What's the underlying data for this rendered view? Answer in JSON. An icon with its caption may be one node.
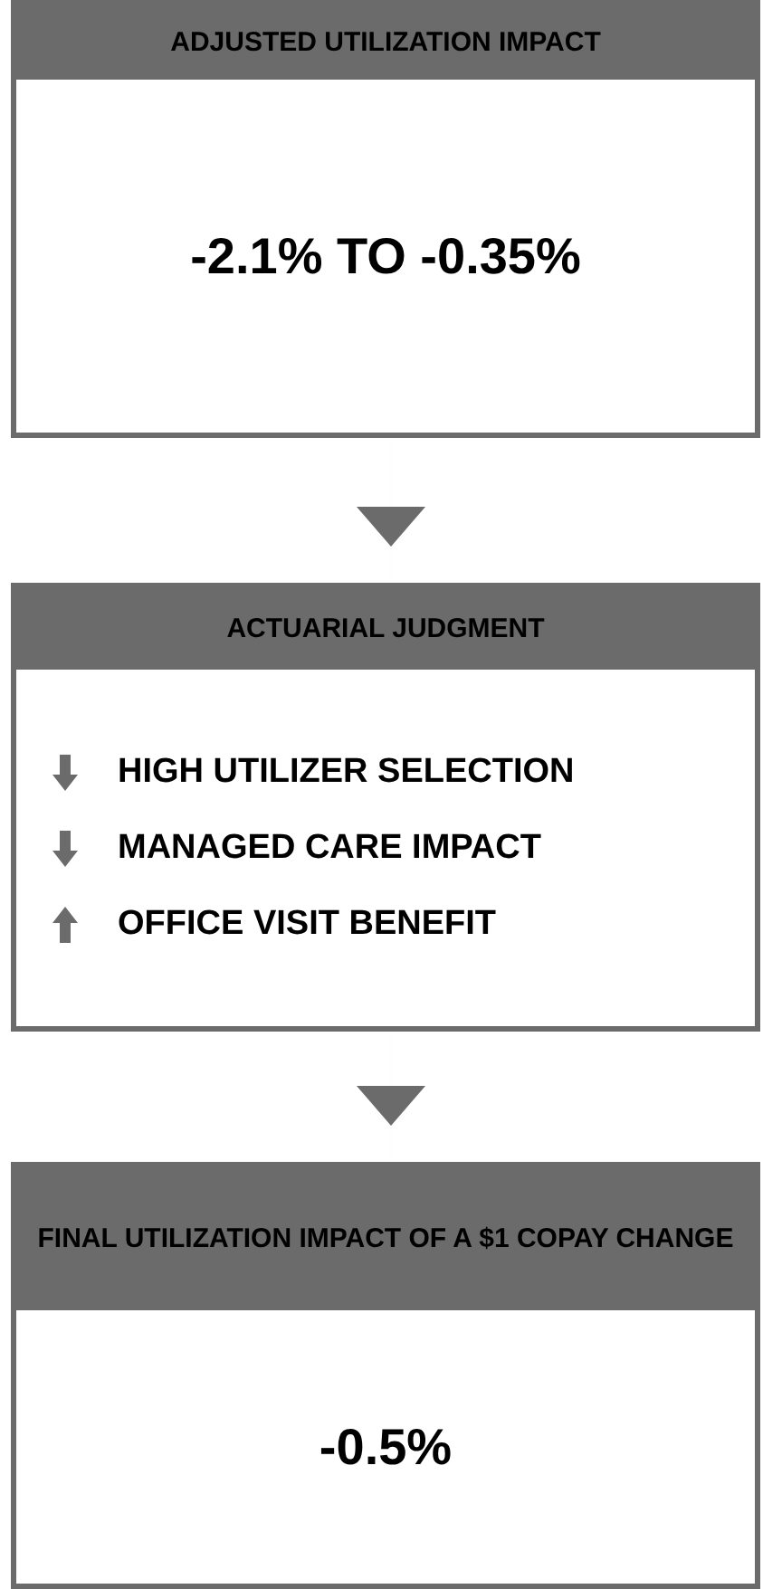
{
  "diagram": {
    "nodes": [
      {
        "text": [
          "ADJUSTED UTILIZATION IMPACT",
          "-2.1% TO -0.35%"
        ]
      },
      {
        "text": [
          "ACTUARIAL JUDGMENT",
          "HIGH UTILIZER SELECTION",
          "MANAGED CARE IMPACT",
          "OFFICE VISIT BENEFIT"
        ]
      },
      {
        "text": [
          "FINAL UTILIZATION IMPACT OF A $1 COPAY CHANGE",
          "-0.5%"
        ]
      }
    ],
    "edges": [
      {
        "from": 0,
        "to": 1,
        "arrow": "to"
      },
      {
        "from": 1,
        "to": 2,
        "arrow": "to"
      }
    ]
  }
}
